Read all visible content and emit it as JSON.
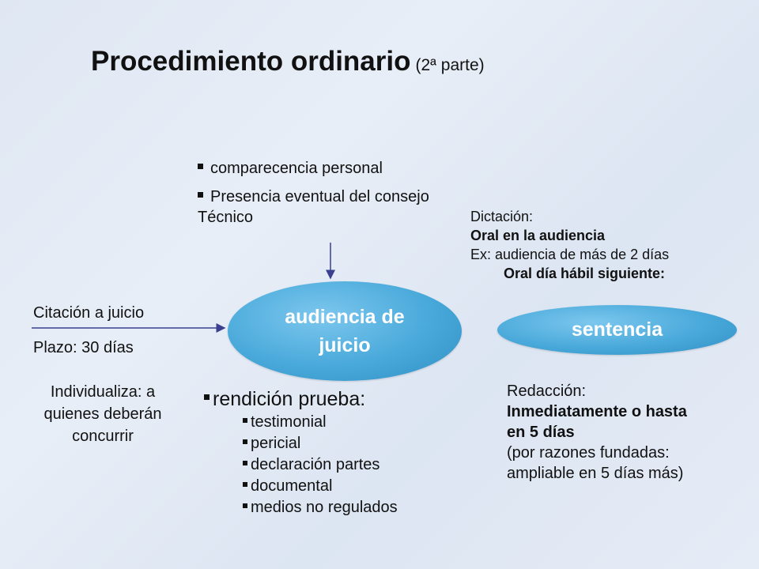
{
  "title": {
    "main": "Procedimiento ordinario",
    "sub": "(2ª parte)"
  },
  "top_notes": [
    "comparecencia personal",
    "Presencia eventual del consejo Técnico"
  ],
  "nodes": {
    "audiencia": "audiencia de juicio",
    "sentencia": "sentencia"
  },
  "left_notes": {
    "citacion": "Citación a juicio",
    "plazo": "Plazo: 30 días",
    "individualiza": [
      "Individualiza: a",
      "quienes deberán",
      "concurrir"
    ]
  },
  "dictacion": {
    "label": "Dictación:",
    "oral": "Oral en la  audiencia",
    "ex": "Ex: audiencia de más de 2 días",
    "oral_siguiente": "Oral día hábil siguiente:"
  },
  "redaccion": {
    "label": "Redacción:",
    "bold_lines": [
      "Inmediatamente o hasta",
      "en 5 días"
    ],
    "normal_lines": [
      "(por razones fundadas:",
      "ampliable en 5 días más)"
    ]
  },
  "prueba": {
    "head": "rendición prueba:",
    "items": [
      "testimonial",
      "pericial",
      "declaración partes",
      "documental",
      "medios no regulados"
    ]
  },
  "colors": {
    "node_fill": "#49a9da",
    "arrow": "#3a3f8f",
    "node_text": "#ffffff"
  }
}
